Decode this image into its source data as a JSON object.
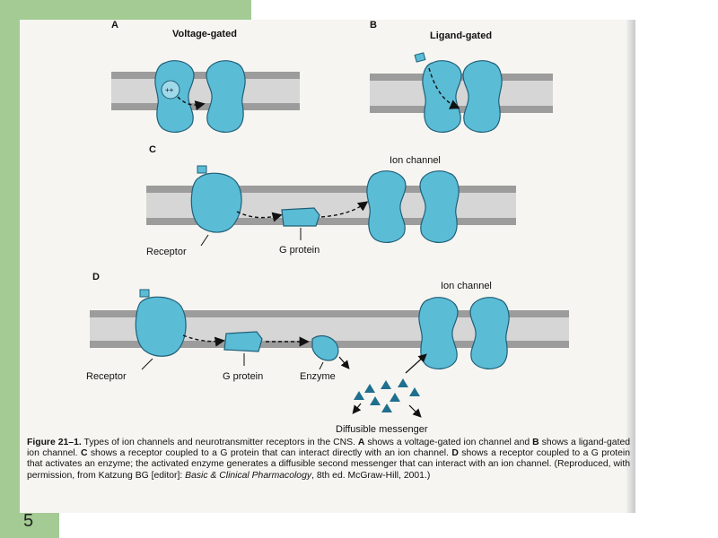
{
  "panels": {
    "a": {
      "letter": "A",
      "title": "Voltage-gated"
    },
    "b": {
      "letter": "B",
      "title": "Ligand-gated"
    },
    "c": {
      "letter": "C",
      "ion_channel": "Ion channel",
      "receptor": "Receptor",
      "g_protein": "G protein"
    },
    "d": {
      "letter": "D",
      "ion_channel": "Ion channel",
      "receptor": "Receptor",
      "g_protein": "G protein",
      "enzyme": "Enzyme",
      "messenger": "Diffusible messenger"
    }
  },
  "caption": {
    "figure_label": "Figure 21–1.",
    "t1": " Types of ion channels and neurotransmitter receptors in the CNS. ",
    "a": "A",
    "t2": " shows a voltage-gated ion channel and ",
    "b": "B",
    "t3": " shows a ligand-gated ion channel. ",
    "c": "C",
    "t4": " shows a receptor coupled to a G protein that can interact directly with an ion channel. ",
    "d": "D",
    "t5": " shows a receptor coupled to a G protein that activates an enzyme; the activated enzyme generates a diffusible second messenger that can interact with an ion channel. (Reproduced, with permission, from Katzung BG [editor]: ",
    "book": "Basic & Clinical Pharmacology",
    "t6": ", 8th ed. McGraw-Hill, 2001.)"
  },
  "slide_number": "5",
  "colors": {
    "protein": "#5bbcd6",
    "protein_stroke": "#1f5f78",
    "membrane_outer": "#9c9c9c",
    "membrane_inner": "#d6d6d6",
    "slide_green": "#a3cb93"
  }
}
